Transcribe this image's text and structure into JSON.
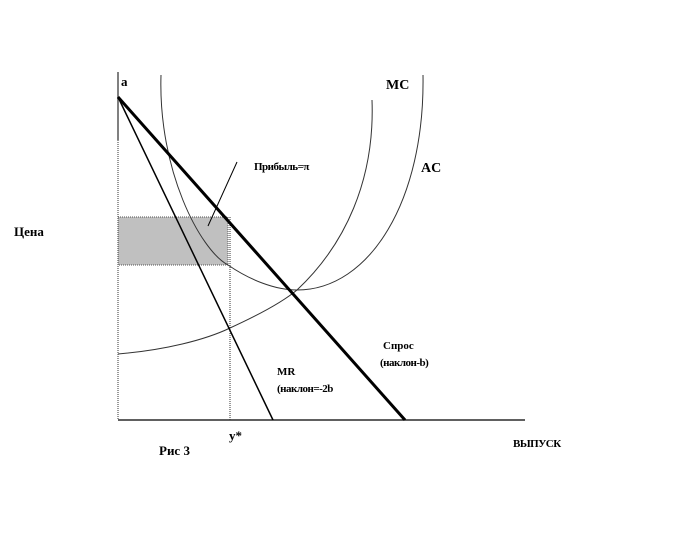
{
  "diagram": {
    "type": "monopoly-profit-diagram",
    "figure_caption": "Рис 3",
    "axes": {
      "y_label": "Цена",
      "x_label": "ВЫПУСК",
      "intercept_label": "a",
      "quantity_marker": "y*"
    },
    "curves": {
      "mc_label": "MC",
      "ac_label": "AC",
      "demand_label_line1": "Спрос",
      "demand_label_line2": "(наклон-b)",
      "mr_label_line1": "MR",
      "mr_label_line2": "(наклон=-2b"
    },
    "profit": {
      "label": "Прибыль=π",
      "fill_color": "#c0c0c0"
    },
    "colors": {
      "line": "#000000",
      "curve": "#333333",
      "background": "#ffffff"
    }
  }
}
